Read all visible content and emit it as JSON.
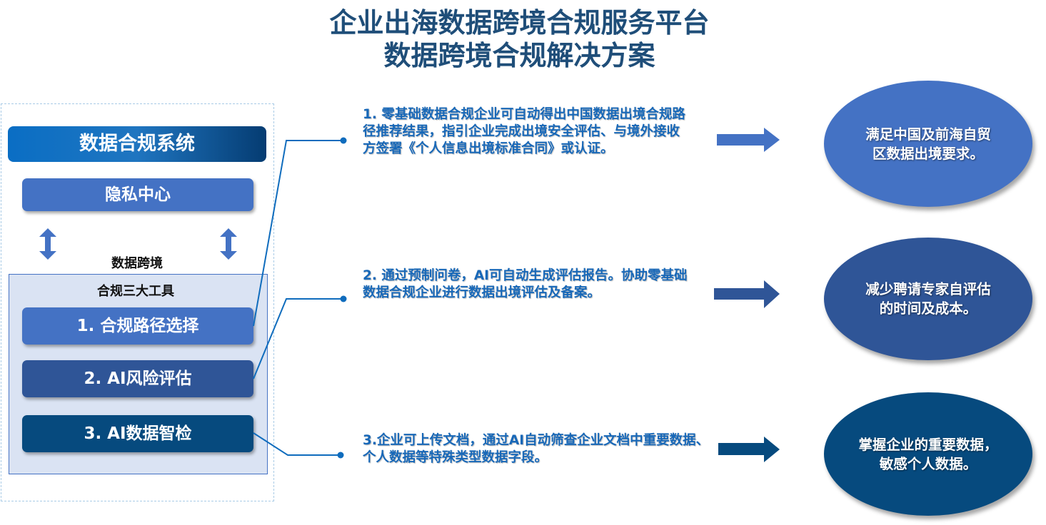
{
  "header": {
    "title_line1": "企业出海数据跨境合规服务平台",
    "title_line2": "数据跨境合规解决方案"
  },
  "system": {
    "name": "数据合规系统",
    "privacy_center": "隐私中心",
    "cross_border_label": "数据跨境",
    "tools_label": "合规三大工具",
    "tools": [
      {
        "label": "1. 合规路径选择",
        "color": "#4472c4"
      },
      {
        "label": "2. AI风险评估",
        "color": "#2f5597"
      },
      {
        "label": "3. AI数据智检",
        "color": "#064a7e"
      }
    ]
  },
  "descriptions": [
    "1. 零基础数据合规企业可自动得出中国数据出境合规路径推荐结果，指引企业完成出境安全评估、与境外接收方签署《个人信息出境标准合同》或认证。",
    "2. 通过预制问卷，AI可自动生成评估报告。协助零基础数据合规企业进行数据出境评估及备案。",
    " 3.企业可上传文档，通过AI自动筛查企业文档中重要数据、个人数据等特殊类型数据字段。"
  ],
  "outcomes": [
    {
      "text": "满足中国及前海自贸区数据出境要求。",
      "color": "#4472c4"
    },
    {
      "text": "减少聘请专家自评估的时间及成本。",
      "color": "#2f5597"
    },
    {
      "text": "掌握企业的重要数据，敏感个人数据。",
      "color": "#064a7e"
    }
  ],
  "colors": {
    "title": "#1f4e79",
    "connector": "#0f6cbd",
    "description_text": "#1868b8"
  }
}
